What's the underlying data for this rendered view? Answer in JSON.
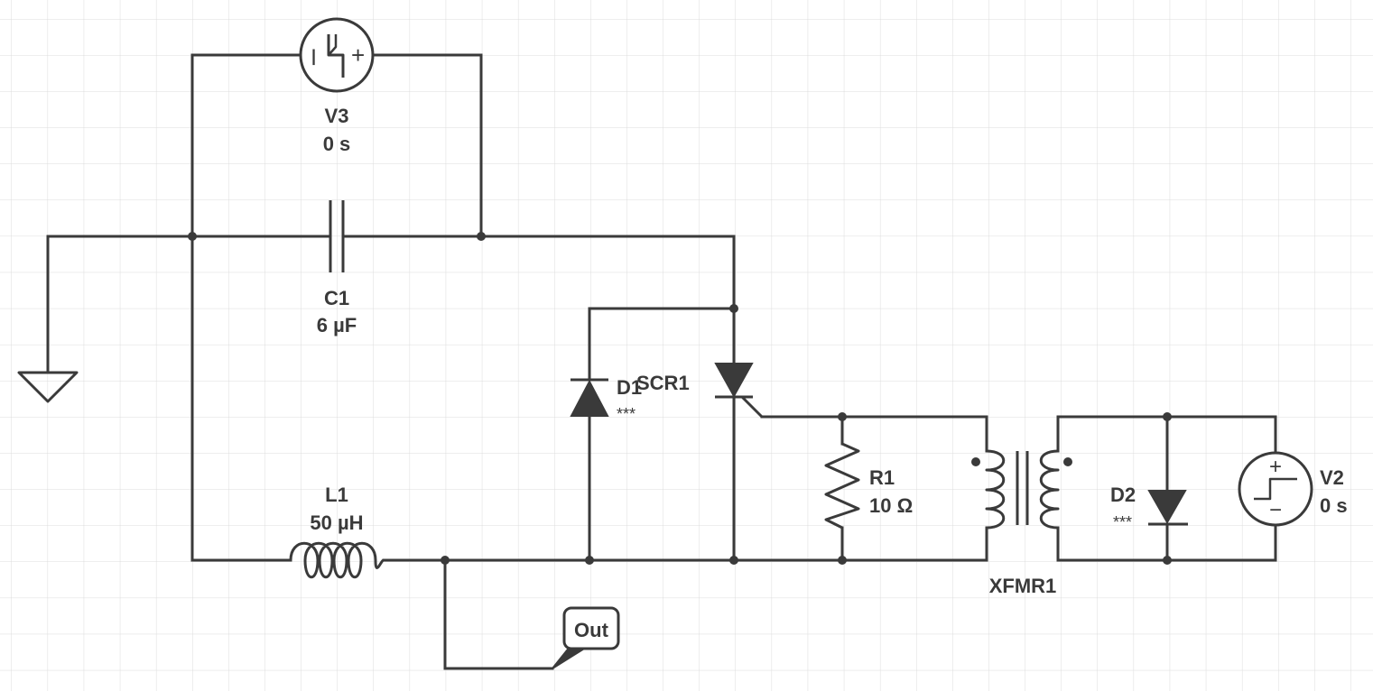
{
  "components": {
    "V3": {
      "name": "V3",
      "value": "0 s",
      "type": "pulse-voltage-source",
      "signs": {
        "minus": "|",
        "plus": "+"
      }
    },
    "C1": {
      "name": "C1",
      "value": "6 µF",
      "type": "capacitor"
    },
    "L1": {
      "name": "L1",
      "value": "50 µH",
      "type": "inductor"
    },
    "D1": {
      "name": "D1",
      "value": "***",
      "type": "diode"
    },
    "SCR1": {
      "name": "SCR1",
      "type": "thyristor"
    },
    "R1": {
      "name": "R1",
      "value": "10 Ω",
      "type": "resistor"
    },
    "XFMR1": {
      "name": "XFMR1",
      "type": "transformer"
    },
    "D2": {
      "name": "D2",
      "value": "***",
      "type": "diode"
    },
    "V2": {
      "name": "V2",
      "value": "0 s",
      "type": "step-voltage-source",
      "signs": {
        "plus": "+",
        "minus": "−"
      }
    },
    "GND": {
      "type": "ground"
    },
    "Out": {
      "label": "Out",
      "type": "net-label"
    }
  },
  "colors": {
    "wire": "#3a3a3a",
    "grid": "#dcdcdc",
    "background": "#ffffff"
  }
}
